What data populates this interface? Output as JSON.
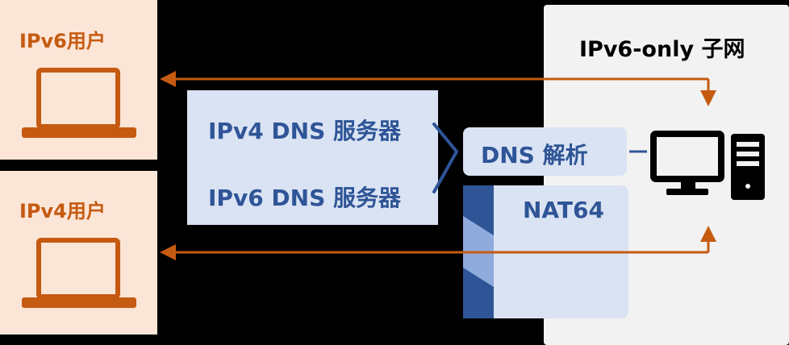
{
  "users": {
    "ipv6_user": "IPv6用户",
    "ipv4_user": "IPv4用户"
  },
  "dns_servers": {
    "ipv4": "IPv4 DNS 服务器",
    "ipv6": "IPv6 DNS 服务器"
  },
  "subnet": {
    "title": "IPv6-only 子网",
    "dns_resolver": "DNS 解析",
    "nat": "NAT64"
  },
  "icons": [
    "laptop-icon",
    "desktop-computer-icon"
  ],
  "colors": {
    "orange": "#c55a11",
    "user_panel": "#fbe5d6",
    "blue_text": "#2f5597",
    "blue_box": "#dae3f3",
    "subnet_panel": "#f2f2f2",
    "nat_stripe_dark": "#2f5597",
    "nat_stripe_light": "#8faadc"
  }
}
